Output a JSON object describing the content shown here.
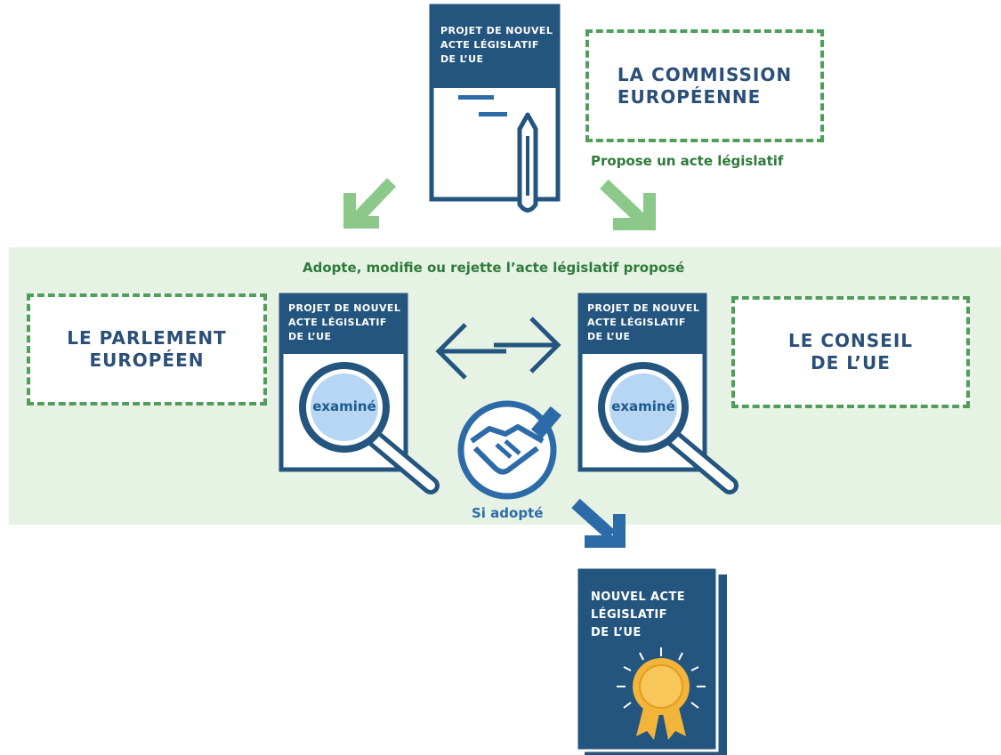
{
  "commission": {
    "doc_title": [
      "PROJET DE NOUVEL",
      "ACTE LÉGISLATIF",
      "DE L’UE"
    ],
    "label": [
      "LA COMMISSION",
      "EUROPÉENNE"
    ],
    "caption": "Propose un acte législatif"
  },
  "band": {
    "caption": "Adopte, modifie ou rejette l’acte législatif proposé"
  },
  "parliament": {
    "label": [
      "LE PARLEMENT",
      "EUROPÉEN"
    ],
    "doc_title": [
      "PROJET DE NOUVEL",
      "ACTE LÉGISLATIF",
      "DE L’UE"
    ],
    "lens_text": "examiné"
  },
  "council": {
    "label": [
      "LE CONSEIL",
      "DE L’UE"
    ],
    "doc_title": [
      "PROJET DE NOUVEL",
      "ACTE LÉGISLATIF",
      "DE L’UE"
    ],
    "lens_text": "examiné"
  },
  "agreement": {
    "caption": "Si adopté",
    "icon": "handshake-icon"
  },
  "final_act": {
    "doc_title": [
      "NOUVEL ACTE",
      "LÉGISLATIF",
      "DE L’UE"
    ],
    "icon": "award-seal-icon"
  },
  "colors": {
    "dark_blue": "#23557f",
    "mid_blue": "#2d6ba8",
    "light_blue": "#b7d6f3",
    "green": "#4f9e5a",
    "arrow_green": "#8cc88a",
    "band": "#e6f3e4",
    "gold": "#f3b43a"
  }
}
